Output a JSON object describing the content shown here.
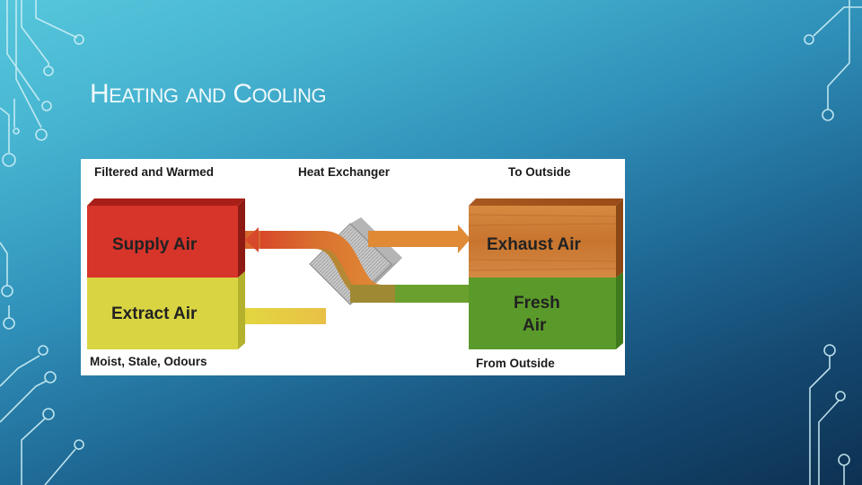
{
  "slide": {
    "title": {
      "h": "H",
      "eating": "EATING",
      "and": "AND",
      "c": "C",
      "ooling": "OOLING"
    }
  },
  "diagram": {
    "top_left_label": "Filtered and Warmed",
    "top_center_label": "Heat Exchanger",
    "top_right_label": "To Outside",
    "bottom_left_label": "Moist, Stale, Odours",
    "bottom_right_label": "From Outside",
    "supply_air": "Supply Air",
    "extract_air": "Extract Air",
    "exhaust_air": "Exhaust Air",
    "fresh_air_line1": "Fresh",
    "fresh_air_line2": "Air"
  },
  "colors": {
    "supply": "#d7342a",
    "extract": "#d9d542",
    "exhaust": "#c8702c",
    "fresh": "#5a9a2a",
    "accent_line": "#c7eef6"
  }
}
